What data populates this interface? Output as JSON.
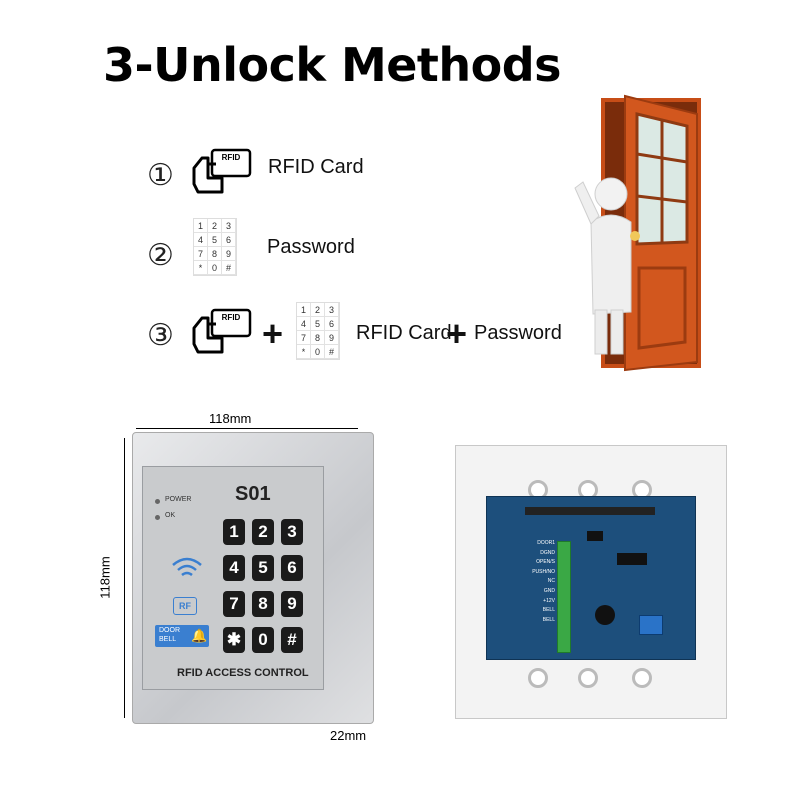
{
  "title": "3-Unlock Methods",
  "methods": [
    {
      "number": "①",
      "label": "RFID Card"
    },
    {
      "number": "②",
      "label": "Password"
    },
    {
      "number": "③",
      "label_a": "RFID Card",
      "plus": "+",
      "label_b": "Password"
    }
  ],
  "icons": {
    "card_tag": "RFID",
    "keypad_keys": [
      "1",
      "2",
      "3",
      "4",
      "5",
      "6",
      "7",
      "8",
      "9",
      "*",
      "0",
      "#"
    ]
  },
  "dimensions": {
    "width": "118mm",
    "height": "118mm",
    "depth": "22mm"
  },
  "device": {
    "model": "S01",
    "power_led": "POWER",
    "ok_led": "OK",
    "rf_badge": "RF",
    "doorbell_line1": "DOOR",
    "doorbell_line2": "BELL",
    "caption": "RFID ACCESS CONTROL",
    "keys": [
      "1",
      "2",
      "3",
      "4",
      "5",
      "6",
      "7",
      "8",
      "9",
      "✱",
      "0",
      "#"
    ]
  },
  "board": {
    "terminals": [
      "DOOR1",
      "DGND",
      "OPEN/S",
      "PUSH/NO",
      "NC",
      "GND",
      "+12V",
      "BELL",
      "BELL"
    ]
  },
  "colors": {
    "door_frame": "#d2571e",
    "door_glass": "#dbe9e4",
    "pcb": "#1d4f7c",
    "terminal": "#3aa845",
    "doorbell_badge": "#3a7fd0"
  }
}
